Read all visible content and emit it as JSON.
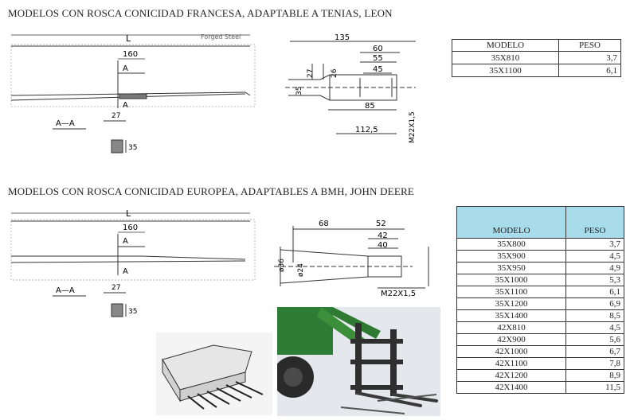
{
  "section1": {
    "heading": "MODELOS  CON ROSCA CONICIDAD FRANCESA,   ADAPTABLE A TENIAS, LEON",
    "tine": {
      "length_label": "L",
      "dim_160": "160",
      "section_a_top": "A",
      "section_a_bottom": "A",
      "material_label": "Forged Steel"
    },
    "section": {
      "label": "A—A",
      "dim_27": "27",
      "dim_35": "35"
    },
    "thread": {
      "dim_135": "135",
      "dim_60": "60",
      "dim_55": "55",
      "dim_45": "45",
      "dim_27": "27",
      "dim_26": "26",
      "dim_35": "35",
      "dim_85": "85",
      "dim_112_5": "112,5",
      "thread_label": "M22X1,5"
    },
    "table": {
      "headers": [
        "MODELO",
        "PESO"
      ],
      "rows": [
        {
          "modelo": "35X810",
          "peso": "3,7"
        },
        {
          "modelo": "35X1100",
          "peso": "6,1"
        }
      ]
    }
  },
  "section2": {
    "heading": "MODELOS CON ROSCA CONICIDAD EUROPEA, ADAPTABLES A BMH, JOHN DEERE",
    "tine": {
      "length_label": "L",
      "dim_160": "160",
      "section_a_top": "A",
      "section_a_bottom": "A"
    },
    "section": {
      "label": "A—A",
      "dim_27": "27",
      "dim_35": "35"
    },
    "thread": {
      "dim_68": "68",
      "dim_52": "52",
      "dim_42": "42",
      "dim_40": "40",
      "dim_36": "ø36",
      "dim_24": "ø24",
      "thread_label": "M22X1,5"
    },
    "table": {
      "headers": [
        "MODELO",
        "PESO"
      ],
      "rows": [
        {
          "modelo": "35X800",
          "peso": "3,7"
        },
        {
          "modelo": "35X900",
          "peso": "4,5"
        },
        {
          "modelo": "35X950",
          "peso": "4,9"
        },
        {
          "modelo": "35X1000",
          "peso": "5,3"
        },
        {
          "modelo": "35X1100",
          "peso": "6,1"
        },
        {
          "modelo": "35X1200",
          "peso": "6,9"
        },
        {
          "modelo": "35X1400",
          "peso": "8,5"
        },
        {
          "modelo": "42X810",
          "peso": "4,5"
        },
        {
          "modelo": "42X900",
          "peso": "5,6"
        },
        {
          "modelo": "42X1000",
          "peso": "6,7"
        },
        {
          "modelo": "42X1100",
          "peso": "7,8"
        },
        {
          "modelo": "42X1200",
          "peso": "8,9"
        },
        {
          "modelo": "42X1400",
          "peso": "11,5"
        }
      ]
    }
  },
  "colors": {
    "table_header_bg": "#a9dceb",
    "line": "#333333",
    "tractor_green": "#3c8f3a"
  }
}
